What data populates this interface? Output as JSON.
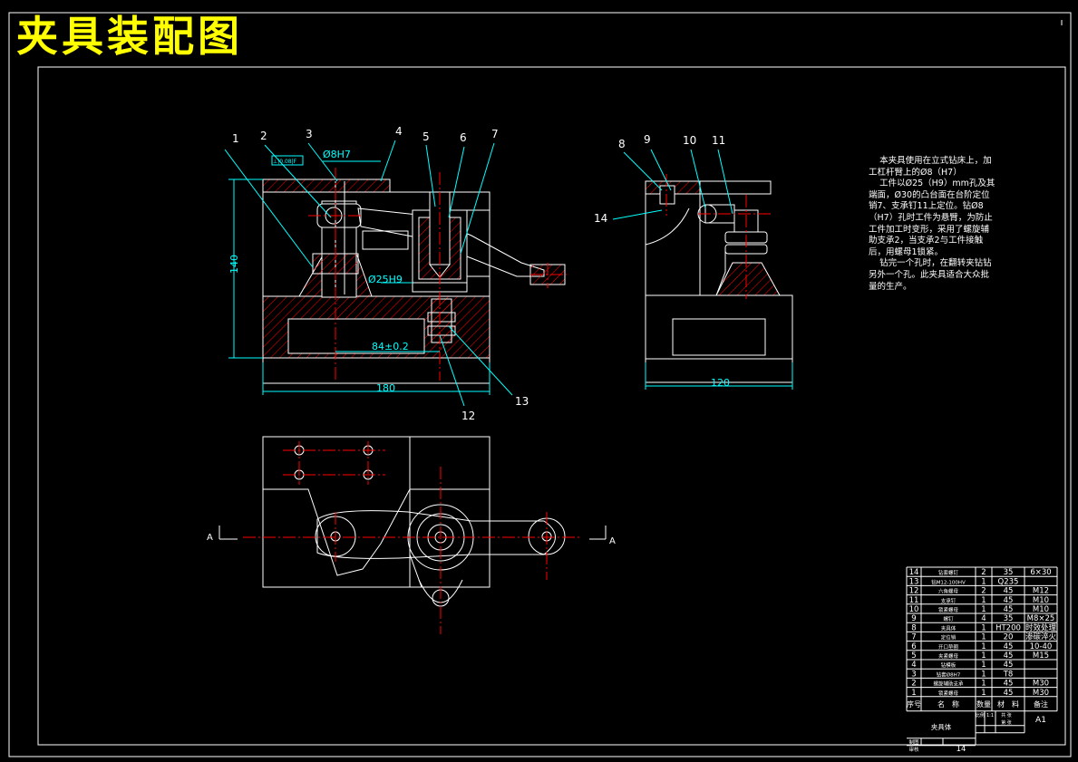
{
  "title": "夹具装配图",
  "note": "    本夹具使用在立式钻床上，加工杠杆臂上的Ø8（H7）\n    工件以Ø25（H9）mm孔及其端面，Ø30的凸台面在台阶定位销7、支承钉11上定位。钻Ø8（H7）孔时工件为悬臂，为防止工件加工时变形，采用了螺旋辅助支承2，当支承2与工件接触后，用螺母1锁紧。\n    钻完一个孔时，在翻转夹钻钻另外一个孔。此夹具适合大众批量的生产。",
  "callouts": {
    "n1": "1",
    "n2": "2",
    "n3": "3",
    "n4": "4",
    "n5": "5",
    "n6": "6",
    "n7": "7",
    "n8": "8",
    "n9": "9",
    "n10": "10",
    "n11": "11",
    "n12": "12",
    "n13": "13",
    "n14": "14"
  },
  "dims": {
    "tolerance_box": "⊥|0.08|F",
    "hole_top": "Ø8H7",
    "hole_pin": "Ø25H9",
    "center_dist": "84±0.2",
    "height": "140",
    "width_front": "180",
    "width_side": "120",
    "section_left": "A",
    "section_right": "A"
  },
  "bom": {
    "rows": [
      {
        "no": "14",
        "name": "钻套螺钉",
        "qty": "2",
        "mat": "35",
        "note": "6×30"
      },
      {
        "no": "13",
        "name": "钻M12-100HV",
        "qty": "1",
        "mat": "Q235",
        "note": ""
      },
      {
        "no": "12",
        "name": "六角螺母",
        "qty": "2",
        "mat": "45",
        "note": "M12"
      },
      {
        "no": "11",
        "name": "支承钉",
        "qty": "1",
        "mat": "45",
        "note": "M10"
      },
      {
        "no": "10",
        "name": "锁紧螺母",
        "qty": "1",
        "mat": "45",
        "note": "M10"
      },
      {
        "no": "9",
        "name": "螺钉",
        "qty": "4",
        "mat": "35",
        "note": "M8×25"
      },
      {
        "no": "8",
        "name": "夹具体",
        "qty": "1",
        "mat": "HT200",
        "note": "时效处理"
      },
      {
        "no": "7",
        "name": "定位销",
        "qty": "1",
        "mat": "20",
        "note": "渗碳淬火"
      },
      {
        "no": "6",
        "name": "开口垫圈",
        "qty": "1",
        "mat": "45",
        "note": "10-40"
      },
      {
        "no": "5",
        "name": "夹紧螺母",
        "qty": "1",
        "mat": "45",
        "note": "M15"
      },
      {
        "no": "4",
        "name": "钻模板",
        "qty": "1",
        "mat": "45",
        "note": ""
      },
      {
        "no": "3",
        "name": "钻套Ø8H7",
        "qty": "1",
        "mat": "T8",
        "note": ""
      },
      {
        "no": "2",
        "name": "螺旋辅助支承",
        "qty": "1",
        "mat": "45",
        "note": "M30"
      },
      {
        "no": "1",
        "name": "锁紧螺母",
        "qty": "1",
        "mat": "45",
        "note": "M30"
      }
    ],
    "header": {
      "no": "序号",
      "name": "名　称",
      "qty": "数量",
      "mat": "材　料",
      "note": "备注"
    },
    "part_name": "夹具体",
    "scale_label": "比例",
    "scale_value": "1:1",
    "weight_label": "共 张",
    "sheet_label": "第 张",
    "sheet_size": "A1",
    "drawn_label": "制图",
    "check_label": "审核",
    "number": "14"
  },
  "colors": {
    "outline": "#ffffff",
    "center": "#ff0000",
    "dimension": "#00ffff",
    "hatch": "#ff0000",
    "title": "#ffff00"
  }
}
